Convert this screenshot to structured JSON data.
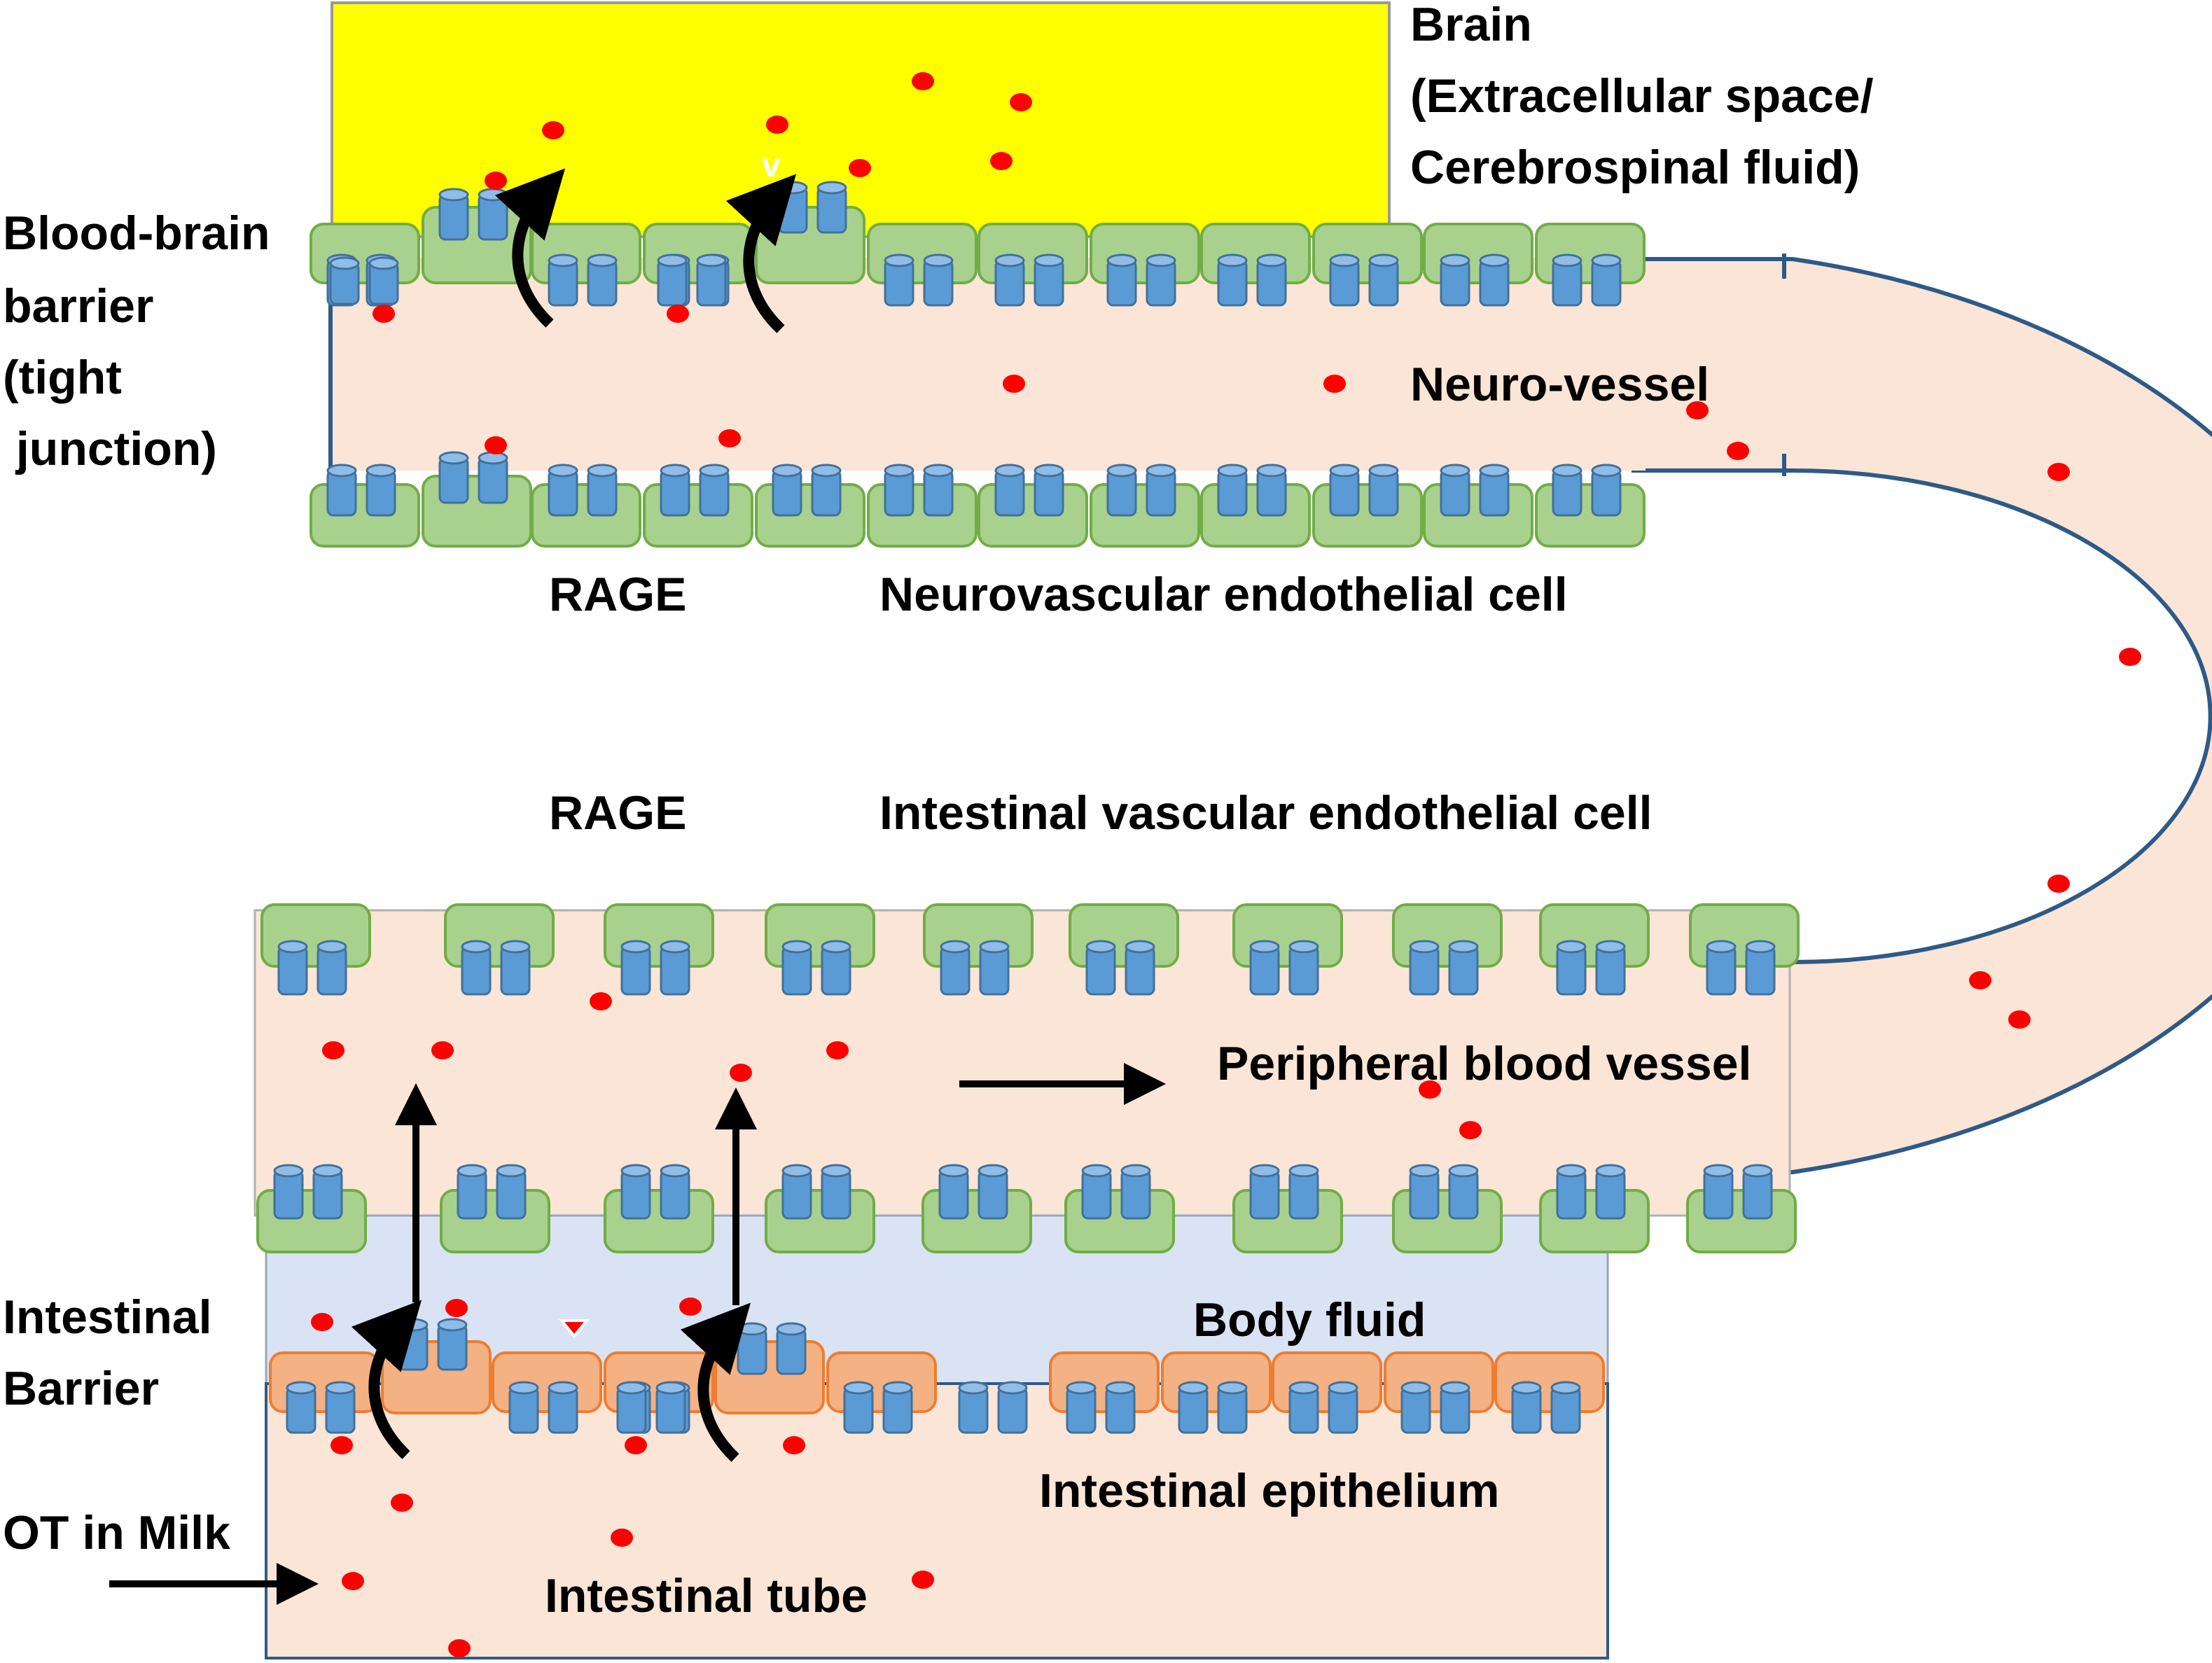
{
  "labels": {
    "brain_line1": "Brain",
    "brain_line2": "(Extracellular space/",
    "brain_line3": "Cerebrospinal fluid)",
    "bbb_line1": "Blood-brain",
    "bbb_line2": "barrier",
    "bbb_line3": "(tight",
    "bbb_line4": " junction)",
    "neuro_vessel": "Neuro-vessel",
    "rage_top": "RAGE",
    "neurovascular_cell": "Neurovascular endothelial cell",
    "rage_bottom": "RAGE",
    "intestinal_vascular_cell": "Intestinal vascular endothelial cell",
    "peripheral_vessel": "Peripheral blood vessel",
    "body_fluid": "Body fluid",
    "intestinal_barrier_line1": "Intestinal",
    "intestinal_barrier_line2": "Barrier",
    "intestinal_epithelium": "Intestinal epithelium",
    "ot_in_milk": "OT in Milk",
    "intestinal_tube": "Intestinal tube",
    "v_mark": "v"
  },
  "colors": {
    "brain": "#ffff00",
    "vessel": "#fbe5d6",
    "body_fluid": "#dae3f3",
    "endothelial_cell": "#a9d18e",
    "epithelial_cell": "#f4b183",
    "receptor": "#5b9bd5",
    "oxytocin_particle": "#ff0000",
    "arrow": "#000000"
  },
  "icons": {
    "receptor": "rage-receptor-cylinder-icon",
    "particle": "oxytocin-dot-icon",
    "transport": "curved-transport-arrow-icon"
  }
}
